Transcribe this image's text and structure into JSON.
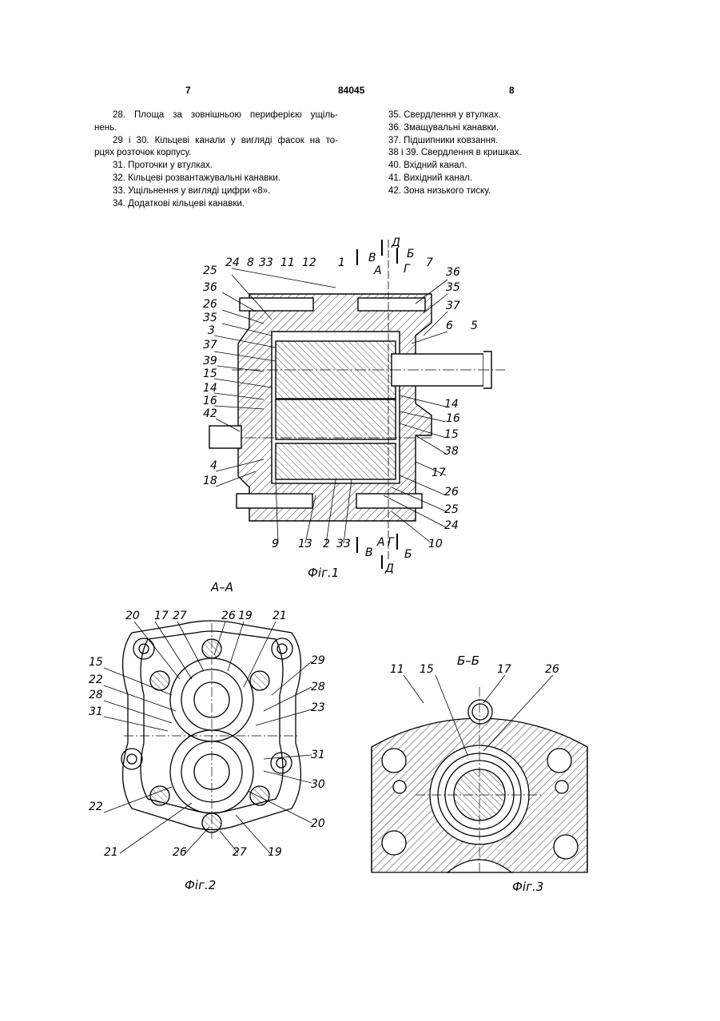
{
  "header": {
    "left_page": "7",
    "doc_number": "84045",
    "right_page": "8"
  },
  "left_column": [
    "28. Площа за зовнішньою периферією ущіль-",
    "нень.",
    "29 і 30. Кільцеві канали у вигляді фасок на то-",
    "рцях розточок корпусу.",
    "31. Проточки у втулках.",
    "32. Кільцеві розвантажувальні канавки.",
    "33. Ущільнення у вигляді цифри «8».",
    "34. Додаткові кільцеві канавки."
  ],
  "right_column": [
    "35. Свердлення у втулках.",
    "36. Змащувальні канавки.",
    "37. Підшипники ковзання.",
    "38 і 39. Свердлення в кришках.",
    "40. Вхідний канал.",
    "41. Вихідний канал.",
    "42. Зона низького тиску."
  ],
  "fig1": {
    "caption": "Фіг.1",
    "top_labels": [
      "24",
      "8",
      "33",
      "11",
      "12",
      "1",
      "7"
    ],
    "left_labels": [
      "25",
      "36",
      "26",
      "35",
      "3",
      "37",
      "39",
      "15",
      "14",
      "16",
      "42",
      "4",
      "18"
    ],
    "right_labels": [
      "36",
      "35",
      "37",
      "6",
      "5",
      "14",
      "16",
      "15",
      "38",
      "17",
      "26",
      "25",
      "24",
      "10"
    ],
    "bottom_labels": [
      "9",
      "13",
      "2",
      "33"
    ],
    "section_marks_top": [
      "Д",
      "В",
      "Б",
      "А",
      "Г"
    ],
    "section_marks_bottom": [
      "А",
      "Г",
      "В",
      "Б",
      "Д"
    ]
  },
  "fig2": {
    "section_title": "А–А",
    "caption": "Фіг.2",
    "labels_top": [
      "20",
      "17",
      "27",
      "26",
      "19",
      "21"
    ],
    "labels_left": [
      "15",
      "22",
      "28",
      "31",
      "22"
    ],
    "labels_right": [
      "29",
      "28",
      "23",
      "31",
      "30",
      "20"
    ],
    "labels_bottom": [
      "21",
      "26",
      "27",
      "19"
    ]
  },
  "fig3": {
    "section_title": "Б–Б",
    "caption": "Фіг.3",
    "labels": [
      "11",
      "15",
      "17",
      "26"
    ]
  }
}
